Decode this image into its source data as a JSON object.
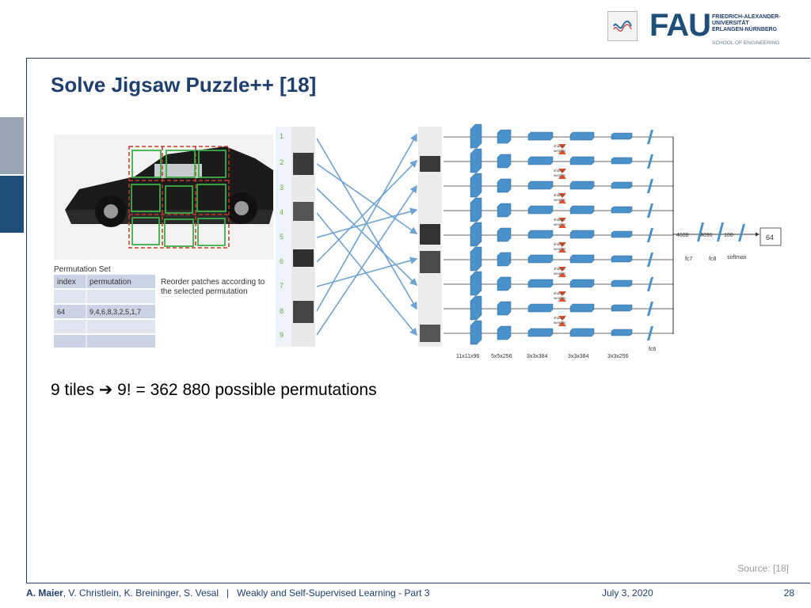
{
  "header": {
    "logo_text": "FAU",
    "university_lines": [
      "FRIEDRICH-ALEXANDER-",
      "UNIVERSITÄT",
      "ERLANGEN-NÜRNBERG"
    ],
    "school": "SCHOOL OF ENGINEERING"
  },
  "slide": {
    "title": "Solve Jigsaw Puzzle++ [18]",
    "bullet": "9 tiles ➔ 9! = 362 880 possible permutations",
    "source": "Source: [18]"
  },
  "figure": {
    "perm_title": "Permutation Set",
    "col_index": "index",
    "col_perm": "permutation",
    "row_index": "64",
    "row_perm": "9,4,6,8,3,2,5,1,7",
    "reorder_note": [
      "Reorder patches according to",
      "the selected permutation"
    ],
    "tile_numbers": [
      "1",
      "2",
      "3",
      "4",
      "5",
      "6",
      "7",
      "8",
      "9"
    ],
    "shared_label": [
      "shared",
      "weights"
    ],
    "layer_labels": [
      "11x11x96",
      "5x5x256",
      "3x3x384",
      "3x3x384",
      "3x3x256"
    ],
    "fc6": "fc6",
    "fc7": "fc7",
    "fc8": "fc8",
    "softmax": "softmax",
    "dims": [
      "4608",
      "4096",
      "100"
    ],
    "output": "64"
  },
  "footer": {
    "author": "A. Maier",
    "coauthors": ", V. Christlein, K. Breininger, S. Vesal",
    "separator": "|",
    "course": "Weakly and Self-Supervised Learning - Part 3",
    "date": "July 3, 2020",
    "page": "28"
  },
  "colors": {
    "brand_blue": "#1f4e79",
    "arrow_blue": "#6fa3d4",
    "block_blue": "#4a90c9",
    "shared_red": "#e0502a"
  }
}
